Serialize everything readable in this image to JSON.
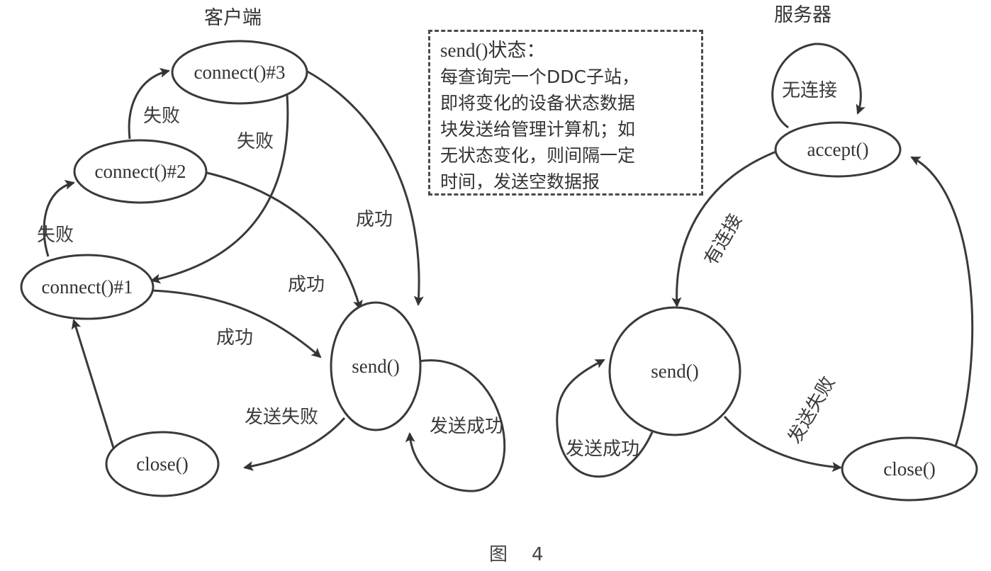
{
  "client": {
    "title": "客户端",
    "nodes": {
      "connect3": "connect()#3",
      "connect2": "connect()#2",
      "connect1": "connect()#1",
      "send": "send()",
      "close": "close()"
    },
    "edges": {
      "c1_to_c2": "失败",
      "c2_to_c3": "失败",
      "c3_to_c1": "失败",
      "c3_to_send": "成功",
      "c2_to_send": "成功",
      "c1_to_send": "成功",
      "send_to_close": "发送失败",
      "send_loop": "发送成功"
    }
  },
  "server": {
    "title": "服务器",
    "nodes": {
      "accept": "accept()",
      "send": "send()",
      "close": "close()"
    },
    "edges": {
      "accept_loop": "无连接",
      "accept_to_send": "有连接",
      "send_loop": "发送成功",
      "send_to_close": "发送失败"
    }
  },
  "note": {
    "title": "send()状态：",
    "lines": [
      "每查询完一个DDC子站，",
      "即将变化的设备状态数据",
      "块发送给管理计算机；如",
      "无状态变化，则间隔一定",
      "时间，发送空数据报"
    ]
  },
  "caption": "图4"
}
